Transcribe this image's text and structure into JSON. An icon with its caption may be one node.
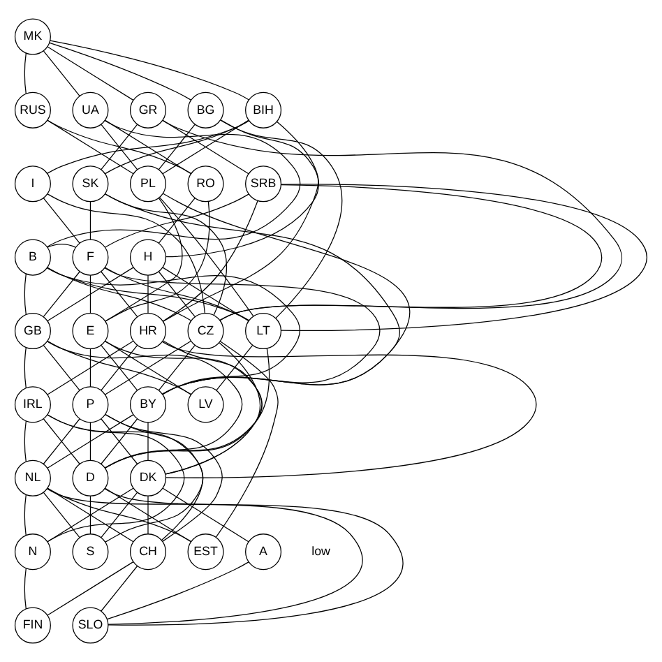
{
  "diagram": {
    "nodes": [
      {
        "text": [
          "MK"
        ]
      },
      {
        "text": [
          "RUS"
        ]
      },
      {
        "text": [
          "UA"
        ]
      },
      {
        "text": [
          "GR"
        ]
      },
      {
        "text": [
          "BG"
        ]
      },
      {
        "text": [
          "BIH"
        ]
      },
      {
        "text": [
          "I"
        ]
      },
      {
        "text": [
          "SK"
        ]
      },
      {
        "text": [
          "PL"
        ]
      },
      {
        "text": [
          "RO"
        ]
      },
      {
        "text": [
          "SRB"
        ]
      },
      {
        "text": [
          "B"
        ]
      },
      {
        "text": [
          "F"
        ]
      },
      {
        "text": [
          "H"
        ]
      },
      {
        "text": [
          "GB"
        ]
      },
      {
        "text": [
          "E"
        ]
      },
      {
        "text": [
          "HR"
        ]
      },
      {
        "text": [
          "CZ"
        ]
      },
      {
        "text": [
          "LT"
        ]
      },
      {
        "text": [
          "IRL"
        ]
      },
      {
        "text": [
          "P"
        ]
      },
      {
        "text": [
          "BY"
        ]
      },
      {
        "text": [
          "LV"
        ]
      },
      {
        "text": [
          "NL"
        ]
      },
      {
        "text": [
          "D"
        ]
      },
      {
        "text": [
          "DK"
        ]
      },
      {
        "text": [
          "N"
        ]
      },
      {
        "text": [
          "S"
        ]
      },
      {
        "text": [
          "CH"
        ]
      },
      {
        "text": [
          "EST"
        ]
      },
      {
        "text": [
          "A"
        ]
      },
      {
        "text": [
          "FIN"
        ]
      },
      {
        "text": [
          "SLO"
        ]
      }
    ],
    "edges": [
      {
        "from": 0,
        "to": 1,
        "arrow": "none"
      },
      {
        "from": 0,
        "to": 2,
        "arrow": "none"
      },
      {
        "from": 0,
        "to": 3,
        "arrow": "none"
      },
      {
        "from": 0,
        "to": 4,
        "arrow": "none"
      },
      {
        "from": 0,
        "to": 5,
        "arrow": "none"
      },
      {
        "from": 1,
        "to": 8,
        "arrow": "none"
      },
      {
        "from": 1,
        "to": 9,
        "arrow": "none"
      },
      {
        "from": 2,
        "to": 11,
        "arrow": "none"
      },
      {
        "from": 2,
        "to": 8,
        "arrow": "none"
      },
      {
        "from": 2,
        "to": 9,
        "arrow": "none"
      },
      {
        "from": 3,
        "to": 7,
        "arrow": "none"
      },
      {
        "from": 3,
        "to": 10,
        "arrow": "none"
      },
      {
        "from": 3,
        "to": 17,
        "arrow": "none"
      },
      {
        "from": 4,
        "to": 8,
        "arrow": "none"
      },
      {
        "from": 4,
        "to": 16,
        "arrow": "none"
      },
      {
        "from": 4,
        "to": 18,
        "arrow": "none"
      },
      {
        "from": 5,
        "to": 7,
        "arrow": "none"
      },
      {
        "from": 5,
        "to": 8,
        "arrow": "none"
      },
      {
        "from": 5,
        "to": 6,
        "arrow": "none"
      },
      {
        "from": 5,
        "to": 13,
        "arrow": "none"
      },
      {
        "from": 6,
        "to": 12,
        "arrow": "none"
      },
      {
        "from": 6,
        "to": 17,
        "arrow": "none"
      },
      {
        "from": 7,
        "to": 12,
        "arrow": "none"
      },
      {
        "from": 7,
        "to": 17,
        "arrow": "none"
      },
      {
        "from": 7,
        "to": 21,
        "arrow": "none"
      },
      {
        "from": 8,
        "to": 21,
        "arrow": "none"
      },
      {
        "from": 8,
        "to": 18,
        "arrow": "none"
      },
      {
        "from": 8,
        "to": 15,
        "arrow": "none"
      },
      {
        "from": 9,
        "to": 13,
        "arrow": "none"
      },
      {
        "from": 9,
        "to": 15,
        "arrow": "none"
      },
      {
        "from": 10,
        "to": 12,
        "arrow": "none"
      },
      {
        "from": 10,
        "to": 18,
        "arrow": "none"
      },
      {
        "from": 10,
        "to": 17,
        "arrow": "none"
      },
      {
        "from": 10,
        "to": 16,
        "arrow": "none"
      },
      {
        "from": 11,
        "to": 14,
        "arrow": "none"
      },
      {
        "from": 11,
        "to": 17,
        "arrow": "none"
      },
      {
        "from": 11,
        "to": 18,
        "arrow": "none"
      },
      {
        "from": 11,
        "to": 21,
        "arrow": "none"
      },
      {
        "from": 11,
        "to": 12,
        "arrow": "none"
      },
      {
        "from": 12,
        "to": 14,
        "arrow": "none"
      },
      {
        "from": 12,
        "to": 16,
        "arrow": "none"
      },
      {
        "from": 12,
        "to": 15,
        "arrow": "none"
      },
      {
        "from": 12,
        "to": 18,
        "arrow": "none"
      },
      {
        "from": 12,
        "to": 21,
        "arrow": "none"
      },
      {
        "from": 13,
        "to": 14,
        "arrow": "none"
      },
      {
        "from": 13,
        "to": 18,
        "arrow": "none"
      },
      {
        "from": 13,
        "to": 17,
        "arrow": "none"
      },
      {
        "from": 13,
        "to": 16,
        "arrow": "none"
      },
      {
        "from": 14,
        "to": 19,
        "arrow": "none"
      },
      {
        "from": 14,
        "to": 20,
        "arrow": "none"
      },
      {
        "from": 14,
        "to": 24,
        "arrow": "none"
      },
      {
        "from": 14,
        "to": 22,
        "arrow": "none"
      },
      {
        "from": 15,
        "to": 20,
        "arrow": "none"
      },
      {
        "from": 15,
        "to": 22,
        "arrow": "none"
      },
      {
        "from": 15,
        "to": 21,
        "arrow": "none"
      },
      {
        "from": 15,
        "to": 25,
        "arrow": "none"
      },
      {
        "from": 16,
        "to": 20,
        "arrow": "none"
      },
      {
        "from": 16,
        "to": 24,
        "arrow": "none"
      },
      {
        "from": 16,
        "to": 19,
        "arrow": "none"
      },
      {
        "from": 16,
        "to": 25,
        "arrow": "none"
      },
      {
        "from": 17,
        "to": 21,
        "arrow": "none"
      },
      {
        "from": 17,
        "to": 20,
        "arrow": "none"
      },
      {
        "from": 17,
        "to": 29,
        "arrow": "none"
      },
      {
        "from": 17,
        "to": 25,
        "arrow": "none"
      },
      {
        "from": 18,
        "to": 22,
        "arrow": "none"
      },
      {
        "from": 18,
        "to": 24,
        "arrow": "none"
      },
      {
        "from": 19,
        "to": 26,
        "arrow": "none"
      },
      {
        "from": 19,
        "to": 23,
        "arrow": "none"
      },
      {
        "from": 19,
        "to": 24,
        "arrow": "none"
      },
      {
        "from": 19,
        "to": 28,
        "arrow": "none"
      },
      {
        "from": 20,
        "to": 23,
        "arrow": "none"
      },
      {
        "from": 20,
        "to": 27,
        "arrow": "none"
      },
      {
        "from": 20,
        "to": 24,
        "arrow": "none"
      },
      {
        "from": 20,
        "to": 28,
        "arrow": "none"
      },
      {
        "from": 20,
        "to": 25,
        "arrow": "none"
      },
      {
        "from": 21,
        "to": 23,
        "arrow": "none"
      },
      {
        "from": 21,
        "to": 24,
        "arrow": "none"
      },
      {
        "from": 21,
        "to": 25,
        "arrow": "none"
      },
      {
        "from": 23,
        "to": 26,
        "arrow": "none"
      },
      {
        "from": 23,
        "to": 27,
        "arrow": "none"
      },
      {
        "from": 23,
        "to": 28,
        "arrow": "none"
      },
      {
        "from": 23,
        "to": 29,
        "arrow": "none"
      },
      {
        "from": 23,
        "to": 32,
        "arrow": "none"
      },
      {
        "from": 24,
        "to": 29,
        "arrow": "none"
      },
      {
        "from": 24,
        "to": 32,
        "arrow": "none"
      },
      {
        "from": 24,
        "to": 27,
        "arrow": "none"
      },
      {
        "from": 25,
        "to": 26,
        "arrow": "none"
      },
      {
        "from": 25,
        "to": 27,
        "arrow": "none"
      },
      {
        "from": 25,
        "to": 28,
        "arrow": "none"
      },
      {
        "from": 25,
        "to": 30,
        "arrow": "none"
      },
      {
        "from": 26,
        "to": 31,
        "arrow": "none"
      },
      {
        "from": 28,
        "to": 31,
        "arrow": "none"
      },
      {
        "from": 28,
        "to": 32,
        "arrow": "none"
      },
      {
        "from": 30,
        "to": 32,
        "arrow": "none"
      }
    ],
    "labels": [
      "low"
    ]
  }
}
